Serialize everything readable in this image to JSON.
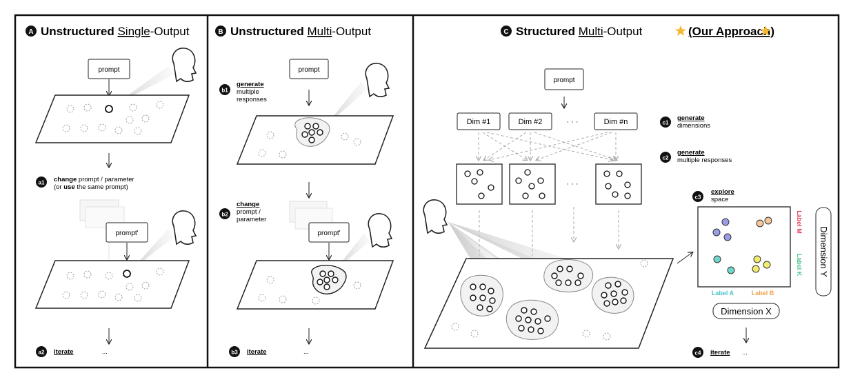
{
  "panels": {
    "a": {
      "badge": "A",
      "title_bold": "Unstructured",
      "title_underlined": "Single",
      "title_rest": "-Output",
      "prompt": "prompt",
      "prompt_prime": "prompt'",
      "steps": {
        "a1": {
          "badge": "a1",
          "line1_bold": "change",
          "line1_rest": "prompt / parameter",
          "line2_pre": "(or",
          "line2_bold": "use",
          "line2_rest": "the same prompt)"
        },
        "a2": {
          "badge": "a2",
          "label": "iterate",
          "ellipsis": "..."
        }
      }
    },
    "b": {
      "badge": "B",
      "title_bold": "Unstructured",
      "title_underlined": "Multi",
      "title_rest": "-Output",
      "prompt": "prompt",
      "prompt_prime": "prompt'",
      "steps": {
        "b1": {
          "badge": "b1",
          "line1": "generate",
          "line2": "multiple",
          "line3": "responses"
        },
        "b2": {
          "badge": "b2",
          "line1": "change",
          "line2": "prompt /",
          "line3": "parameter"
        },
        "b3": {
          "badge": "b3",
          "label": "iterate",
          "ellipsis": "..."
        }
      }
    },
    "c": {
      "badge": "C",
      "title_bold": "Structured",
      "title_underlined": "Multi",
      "title_rest": "-Output",
      "title_highlight": "(Our Approach)",
      "prompt": "prompt",
      "dims": [
        "Dim #1",
        "Dim #2",
        "· · ·",
        "Dim #n"
      ],
      "steps": {
        "c1": {
          "badge": "c1",
          "line1": "generate",
          "line2": "dimensions"
        },
        "c2": {
          "badge": "c2",
          "line1": "generate",
          "line2": "multiple responses"
        },
        "c3": {
          "badge": "c3",
          "line1": "explore",
          "line2": "space"
        },
        "c4": {
          "badge": "c4",
          "label": "iterate",
          "ellipsis": "..."
        }
      },
      "space": {
        "label_a": "Label A",
        "label_b": "Label B",
        "label_m": "Label M",
        "label_k": "Label K",
        "dimension_x": "Dimension X",
        "dimension_y": "Dimension Y"
      }
    }
  },
  "colors": {
    "star": "#f5b82e",
    "label_a": "#4cc4c9",
    "label_b": "#f0a24a",
    "label_m": "#e8425a",
    "label_k": "#4cc28a",
    "dot_purple": "#9b9de6",
    "dot_orange": "#f5c69a",
    "dot_teal": "#6fd6c9",
    "dot_yellow": "#f2ec6e"
  }
}
